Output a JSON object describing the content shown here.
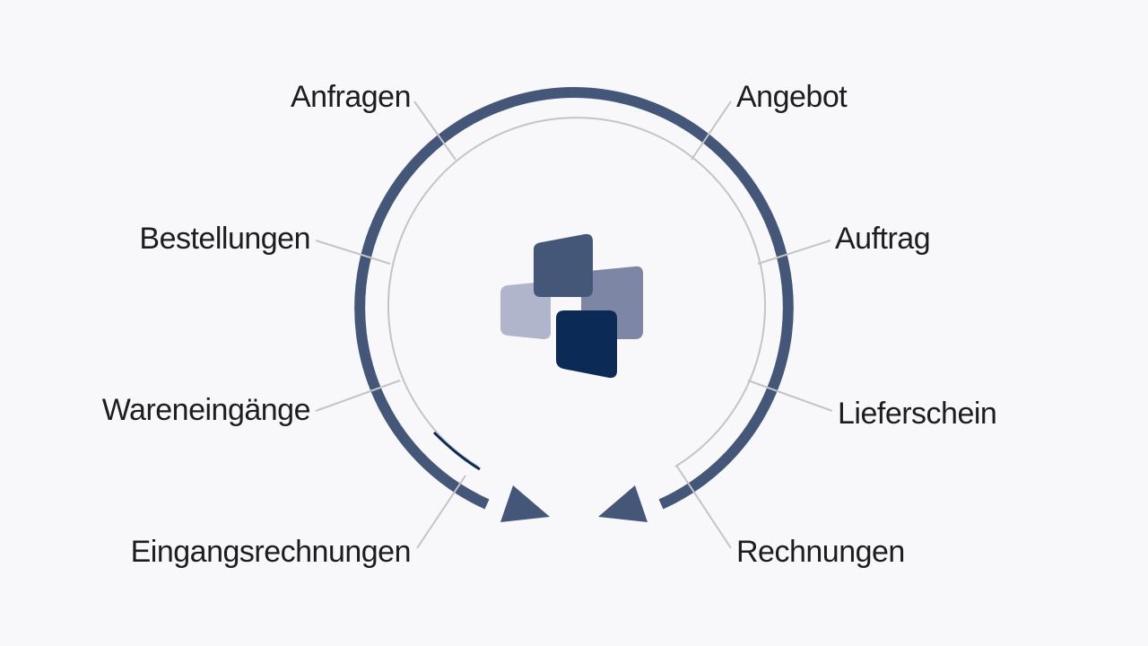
{
  "diagram": {
    "labels": {
      "anfragen": "Anfragen",
      "angebot": "Angebot",
      "bestellungen": "Bestellungen",
      "auftrag": "Auftrag",
      "wareneingaenge": "Wareneingänge",
      "lieferschein": "Lieferschein",
      "eingangsrechnungen": "Eingangsrechnungen",
      "rechnungen": "Rechnungen"
    }
  },
  "colors": {
    "background": "#f8f8fa",
    "outer_arrow": "#445779",
    "inner_ring": "#c4c4c6",
    "connector": "#c4c4c6",
    "logo_dark": "#0b2a55",
    "logo_mid": "#445779",
    "logo_gray": "#7d86a5",
    "logo_light": "#b1b5cb",
    "progress_mark": "#0b2a55",
    "text": "#1d1d20"
  }
}
